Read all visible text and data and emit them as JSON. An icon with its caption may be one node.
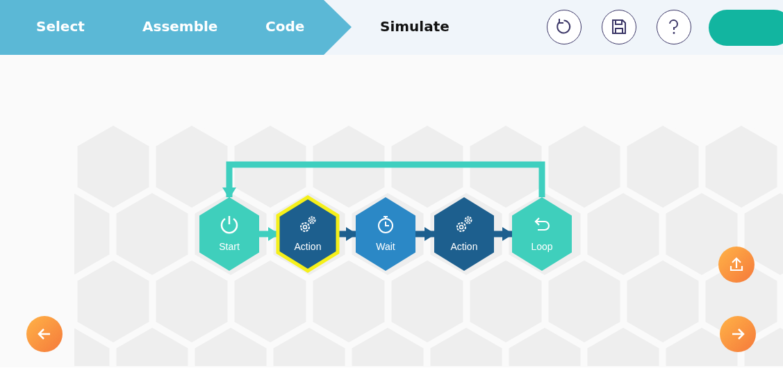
{
  "diagram": {
    "nodes": [
      {
        "text": [
          "Start"
        ]
      },
      {
        "text": [
          "Action"
        ]
      },
      {
        "text": [
          "Wait"
        ]
      },
      {
        "text": [
          "Action"
        ]
      },
      {
        "text": [
          "Loop"
        ]
      }
    ],
    "edges": [
      {
        "from": 0,
        "to": 1,
        "arrow": "to",
        "color": "#3ecfbf"
      },
      {
        "from": 1,
        "to": 2,
        "arrow": "to"
      },
      {
        "from": 2,
        "to": 3,
        "arrow": "to"
      },
      {
        "from": 3,
        "to": 4,
        "arrow": "to"
      },
      {
        "from": 4,
        "to": 0,
        "arrow": "to",
        "color": "#3ecfbf"
      }
    ],
    "labels": [
      "Select",
      "Assemble",
      "Code",
      "Simulate"
    ]
  }
}
